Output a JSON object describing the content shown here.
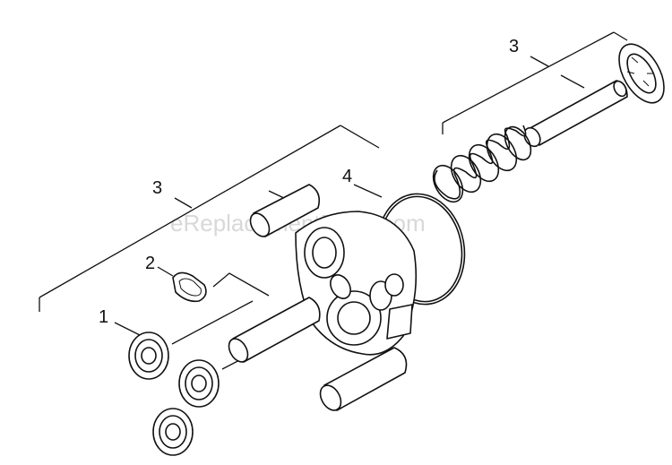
{
  "watermark": "eReplacementParts.com",
  "callouts": [
    {
      "id": "callout-1",
      "text": "1"
    },
    {
      "id": "callout-2",
      "text": "2"
    },
    {
      "id": "callout-3-left",
      "text": "3"
    },
    {
      "id": "callout-3-right",
      "text": "3"
    },
    {
      "id": "callout-4",
      "text": "4"
    }
  ]
}
